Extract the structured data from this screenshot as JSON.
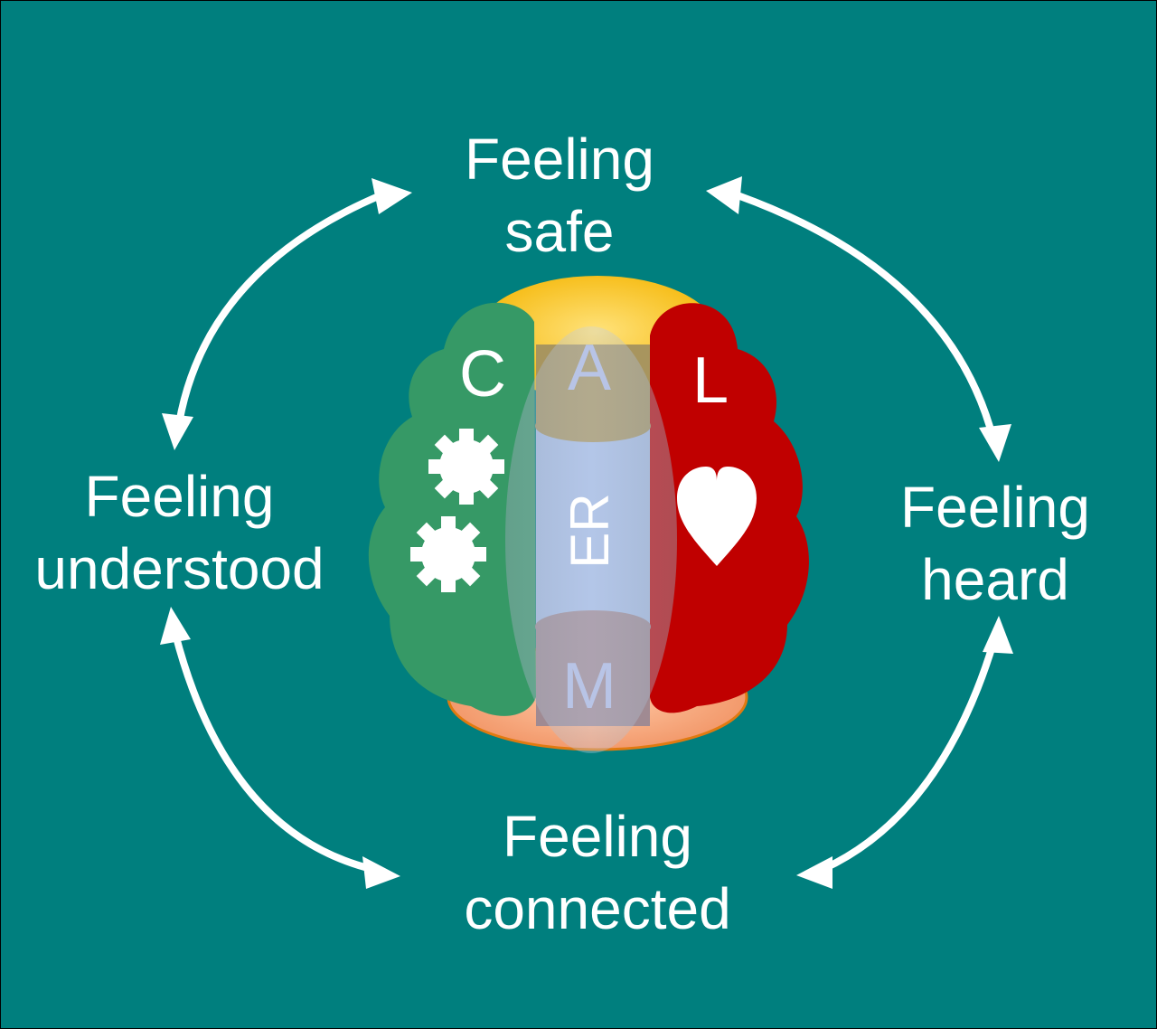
{
  "labels": {
    "safe": [
      "Feeling",
      "safe"
    ],
    "understood": [
      "Feeling",
      "understood"
    ],
    "heard": [
      "Feeling",
      "heard"
    ],
    "connected": [
      "Feeling",
      "connected"
    ]
  },
  "brain": {
    "left_letter": "C",
    "right_letter": "L",
    "top_letter": "A",
    "center_letters": "ER",
    "bottom_letter": "M"
  },
  "icons": [
    "gear-icon",
    "gear-icon",
    "heart-icon",
    "double-headed-arrow-icon"
  ],
  "colors": {
    "background": "#007f7e",
    "left_hemisphere": "#369966",
    "right_hemisphere": "#c00000",
    "top_lobe": "#ffc000",
    "bottom_lobe": "#f4b183",
    "center_oval": "#a9bfe6",
    "text": "#ffffff"
  }
}
